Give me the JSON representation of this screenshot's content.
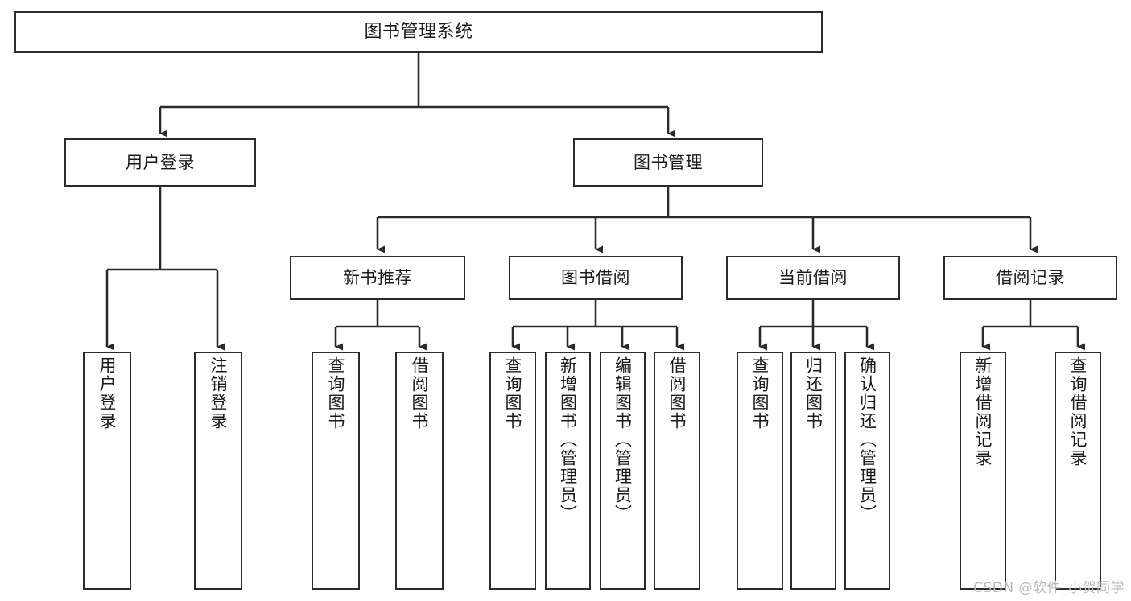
{
  "diagram": {
    "title": "图书管理系统",
    "type": "tree-hierarchy-chart",
    "watermark": "CSDN @软件_小贺同学",
    "colors": {
      "background": "#ffffff",
      "border": "#2b2b2b",
      "text": "#1a1a1a",
      "connector": "#2b2b2b",
      "watermark": "#b9b9b9"
    },
    "nodes": {
      "root": {
        "label": "图书管理系统"
      },
      "level2": [
        {
          "id": "user-login",
          "label": "用户登录"
        },
        {
          "id": "book-management",
          "label": "图书管理"
        }
      ],
      "level3": [
        {
          "id": "new-book-recommend",
          "label": "新书推荐"
        },
        {
          "id": "book-borrow",
          "label": "图书借阅"
        },
        {
          "id": "current-borrow",
          "label": "当前借阅"
        },
        {
          "id": "borrow-record",
          "label": "借阅记录"
        }
      ],
      "leaves": {
        "user_login": [
          {
            "id": "leaf-user-login",
            "label": "用户登录"
          },
          {
            "id": "leaf-logout-login",
            "label": "注销登录"
          }
        ],
        "new_book_recommend": [
          {
            "id": "leaf-query-book-1",
            "label": "查询图书"
          },
          {
            "id": "leaf-borrow-book-1",
            "label": "借阅图书"
          }
        ],
        "book_borrow": [
          {
            "id": "leaf-query-book-2",
            "label": "查询图书"
          },
          {
            "id": "leaf-add-book",
            "label": "新增图书（管理员）"
          },
          {
            "id": "leaf-edit-book",
            "label": "编辑图书（管理员）"
          },
          {
            "id": "leaf-borrow-book-2",
            "label": "借阅图书"
          }
        ],
        "current_borrow": [
          {
            "id": "leaf-query-book-3",
            "label": "查询图书"
          },
          {
            "id": "leaf-return-book",
            "label": "归还图书"
          },
          {
            "id": "leaf-confirm-return",
            "label": "确认归还（管理员）"
          }
        ],
        "borrow_record": [
          {
            "id": "leaf-add-record",
            "label": "新增借阅记录"
          },
          {
            "id": "leaf-query-record",
            "label": "查询借阅记录"
          }
        ]
      }
    }
  }
}
